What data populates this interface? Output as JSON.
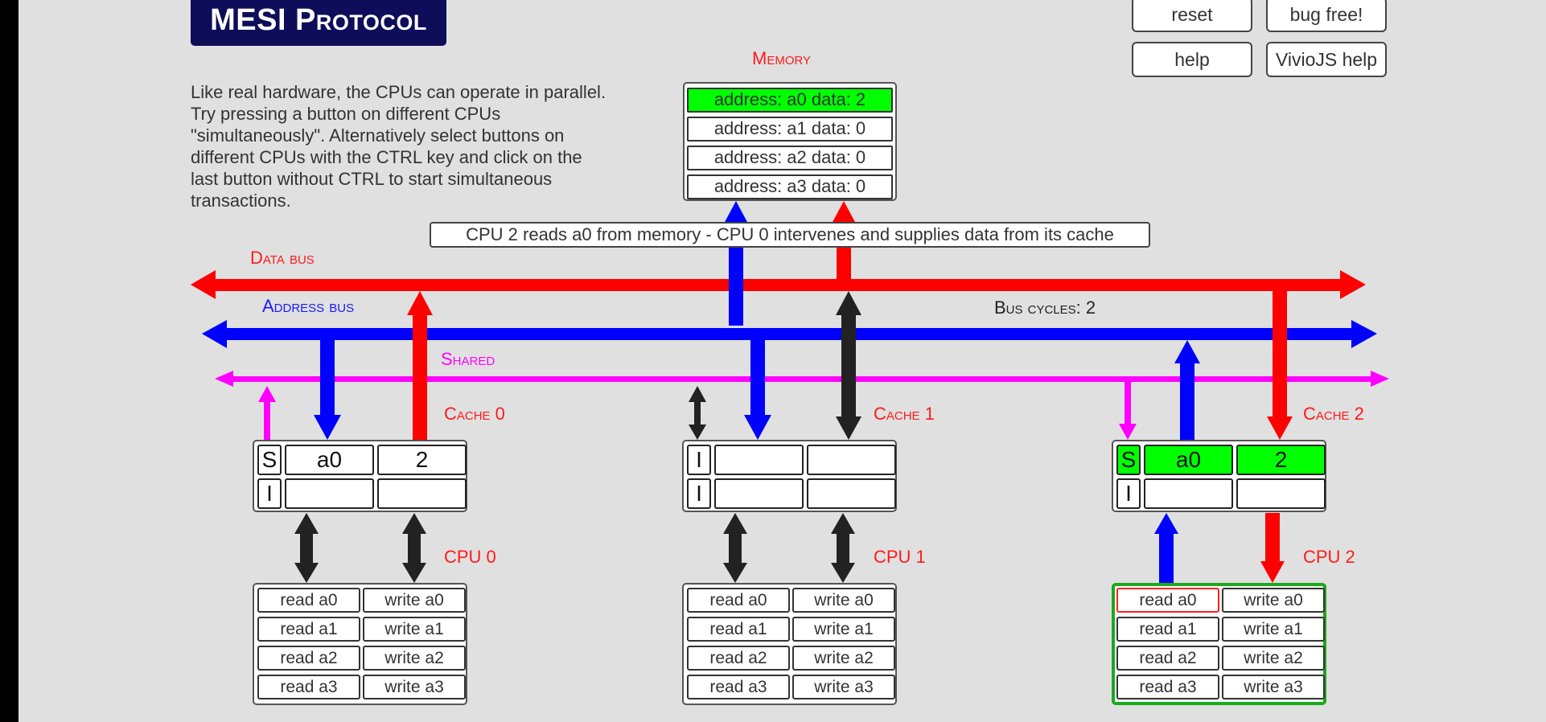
{
  "title": "MESI Protocol",
  "buttons": {
    "reset": "reset",
    "bug_free": "bug free!",
    "help": "help",
    "viviojs_help": "VivioJS help"
  },
  "description": "Like real hardware, the CPUs can operate in parallel. Try pressing a button on different CPUs \"simultaneously\". Alternatively select buttons on different CPUs with the CTRL key and click on the last button without CTRL to start simultaneous transactions.",
  "labels": {
    "memory": "Memory",
    "data_bus": "Data bus",
    "address_bus": "Address bus",
    "shared": "Shared",
    "bus_cycles": "Bus cycles: 2"
  },
  "memory": [
    {
      "text": "address: a0 data: 2",
      "highlight": true
    },
    {
      "text": "address: a1 data: 0",
      "highlight": false
    },
    {
      "text": "address: a2 data: 0",
      "highlight": false
    },
    {
      "text": "address: a3 data: 0",
      "highlight": false
    }
  ],
  "message": "CPU 2 reads a0 from memory - CPU 0 intervenes and supplies data from its cache",
  "caches": [
    {
      "label": "Cache 0",
      "lines": [
        {
          "state": "S",
          "addr": "a0",
          "data": "2"
        },
        {
          "state": "I",
          "addr": "",
          "data": ""
        }
      ]
    },
    {
      "label": "Cache 1",
      "lines": [
        {
          "state": "I",
          "addr": "",
          "data": ""
        },
        {
          "state": "I",
          "addr": "",
          "data": ""
        }
      ]
    },
    {
      "label": "Cache 2",
      "lines": [
        {
          "state": "S",
          "addr": "a0",
          "data": "2"
        },
        {
          "state": "I",
          "addr": "",
          "data": ""
        }
      ]
    }
  ],
  "cpus": [
    {
      "label": "CPU 0",
      "ops": [
        [
          "read a0",
          "write a0"
        ],
        [
          "read a1",
          "write a1"
        ],
        [
          "read a2",
          "write a2"
        ],
        [
          "read a3",
          "write a3"
        ]
      ]
    },
    {
      "label": "CPU 1",
      "ops": [
        [
          "read a0",
          "write a0"
        ],
        [
          "read a1",
          "write a1"
        ],
        [
          "read a2",
          "write a2"
        ],
        [
          "read a3",
          "write a3"
        ]
      ]
    },
    {
      "label": "CPU 2",
      "ops": [
        [
          "read a0",
          "write a0"
        ],
        [
          "read a1",
          "write a1"
        ],
        [
          "read a2",
          "write a2"
        ],
        [
          "read a3",
          "write a3"
        ]
      ]
    }
  ],
  "colors": {
    "data_bus": "#ff0000",
    "address_bus": "#0000ff",
    "shared": "#ff00ff",
    "active_cpu": "#1aaa1a",
    "highlight": "#00ff00",
    "title_bg": "#0d0d59"
  }
}
